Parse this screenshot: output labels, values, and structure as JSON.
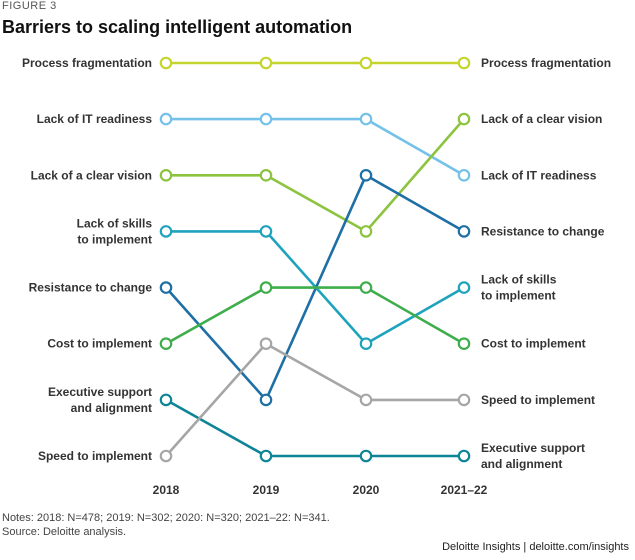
{
  "figure_label": "FIGURE 3",
  "notes": "Notes: 2018: N=478; 2019: N=302; 2020: N=320; 2021–22: N=341.",
  "source": "Source: Deloitte analysis.",
  "credit": "Deloitte Insights | deloitte.com/insights",
  "chart_data": {
    "type": "line",
    "title": "Barriers to scaling intelligent automation",
    "x": [
      "2018",
      "2019",
      "2020",
      "2021–22"
    ],
    "y_axis": "rank, 1 = top, inverted",
    "ylim": [
      1,
      8
    ],
    "grid": false,
    "series": [
      {
        "name": "Process fragmentation",
        "label_start": [
          "Process fragmentation"
        ],
        "label_end": [
          "Process fragmentation"
        ],
        "color": "#c5d52e",
        "values": [
          1,
          1,
          1,
          1
        ]
      },
      {
        "name": "Lack of IT readiness",
        "label_start": [
          "Lack of IT readiness"
        ],
        "label_end": [
          "Lack of IT readiness"
        ],
        "color": "#74c1ea",
        "values": [
          2,
          2,
          2,
          3
        ]
      },
      {
        "name": "Lack of a clear vision",
        "label_start": [
          "Lack of a clear vision"
        ],
        "label_end": [
          "Lack of a clear vision"
        ],
        "color": "#8cc33f",
        "values": [
          3,
          3,
          4,
          2
        ]
      },
      {
        "name": "Lack of skills to implement",
        "label_start": [
          "Lack of skills",
          "to implement"
        ],
        "label_end": [
          "Lack of skills",
          "to implement"
        ],
        "color": "#1fa3bd",
        "values": [
          4,
          4,
          6,
          5
        ]
      },
      {
        "name": "Resistance to change",
        "label_start": [
          "Resistance to change"
        ],
        "label_end": [
          "Resistance to change"
        ],
        "color": "#1e6fa5",
        "values": [
          5,
          7,
          3,
          4
        ]
      },
      {
        "name": "Cost to implement",
        "label_start": [
          "Cost to implement"
        ],
        "label_end": [
          "Cost to implement"
        ],
        "color": "#3ead4b",
        "values": [
          6,
          5,
          5,
          6
        ]
      },
      {
        "name": "Executive support and alignment",
        "label_start": [
          "Executive support",
          "and alignment"
        ],
        "label_end": [
          "Executive support",
          "and alignment"
        ],
        "color": "#0e8596",
        "values": [
          7,
          8,
          8,
          8
        ]
      },
      {
        "name": "Speed to implement",
        "label_start": [
          "Speed to implement"
        ],
        "label_end": [
          "Speed to implement"
        ],
        "color": "#a6a6a6",
        "values": [
          8,
          6,
          7,
          7
        ]
      }
    ]
  }
}
